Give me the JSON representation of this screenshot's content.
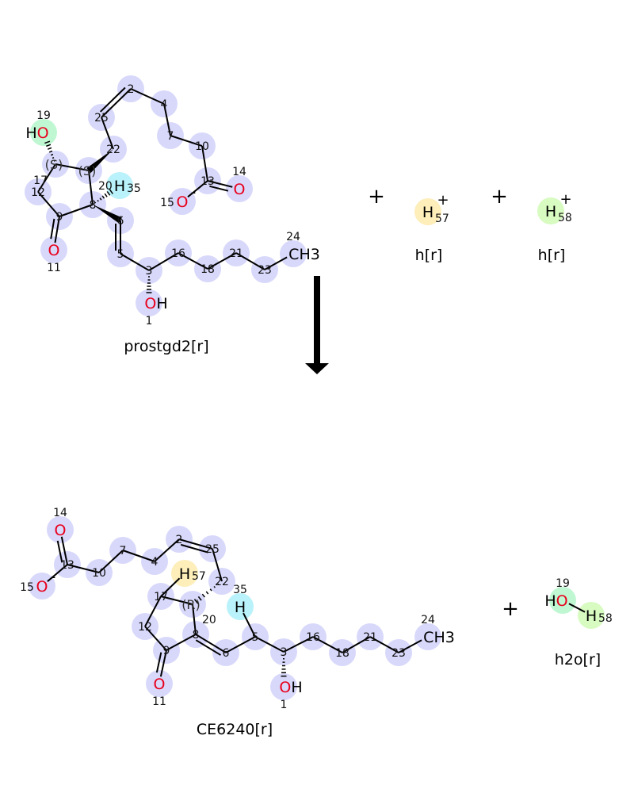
{
  "colors": {
    "atom_bg": "#d8d8fb",
    "oxygen": "#e8001c",
    "bond": "#000000",
    "h35": "#b9f2fa",
    "h57": "#fdeeba",
    "h58": "#d7fbc0",
    "o19": "#c0f7d3"
  },
  "operators": {
    "plus": "+"
  },
  "molecules": [
    {
      "id": "prostgd2",
      "caption": "prostgd2[r]",
      "atoms": [
        {
          "n": "1",
          "sym": "OH"
        },
        {
          "n": "2"
        },
        {
          "n": "3"
        },
        {
          "n": "4"
        },
        {
          "n": "5"
        },
        {
          "n": "6"
        },
        {
          "n": "7"
        },
        {
          "n": "8"
        },
        {
          "n": "9"
        },
        {
          "n": "10"
        },
        {
          "n": "11",
          "sym": "O"
        },
        {
          "n": "12"
        },
        {
          "n": "13"
        },
        {
          "n": "14",
          "sym": "O"
        },
        {
          "n": "15",
          "sym": "O",
          "charge": "-"
        },
        {
          "n": "16"
        },
        {
          "n": "17",
          "stereo": "(S)"
        },
        {
          "n": "18"
        },
        {
          "n": "19",
          "sym": "HO",
          "hl": "o19"
        },
        {
          "n": "20",
          "stereo": "(S)"
        },
        {
          "n": "21"
        },
        {
          "n": "22"
        },
        {
          "n": "23"
        },
        {
          "n": "24",
          "sym": "CH3"
        },
        {
          "n": "25"
        },
        {
          "n": "35",
          "sym": "H",
          "hl": "h35"
        }
      ],
      "bonds": [
        [
          "2",
          "25",
          2
        ],
        [
          "2",
          "4",
          1
        ],
        [
          "4",
          "7",
          1
        ],
        [
          "7",
          "10",
          1
        ],
        [
          "10",
          "13",
          1
        ],
        [
          "13",
          "14",
          2
        ],
        [
          "13",
          "15",
          1
        ],
        [
          "25",
          "22",
          1
        ],
        [
          "22",
          "20",
          "wedge"
        ],
        [
          "20",
          "17",
          1
        ],
        [
          "17",
          "19",
          "hash"
        ],
        [
          "17",
          "12",
          1
        ],
        [
          "12",
          "9",
          1
        ],
        [
          "9",
          "11",
          2
        ],
        [
          "9",
          "8",
          1
        ],
        [
          "8",
          "20",
          1
        ],
        [
          "8",
          "35",
          "hash"
        ],
        [
          "8",
          "6",
          "wedge"
        ],
        [
          "6",
          "5",
          2
        ],
        [
          "5",
          "3",
          1
        ],
        [
          "3",
          "1",
          "hash"
        ],
        [
          "3",
          "16",
          1
        ],
        [
          "16",
          "18",
          1
        ],
        [
          "18",
          "21",
          1
        ],
        [
          "21",
          "23",
          1
        ],
        [
          "23",
          "24",
          1
        ]
      ]
    },
    {
      "id": "h-57",
      "caption": "h[r]",
      "atoms": [
        {
          "n": "57",
          "sym": "H",
          "charge": "+",
          "hl": "h57"
        }
      ],
      "bonds": []
    },
    {
      "id": "h-58",
      "caption": "h[r]",
      "atoms": [
        {
          "n": "58",
          "sym": "H",
          "charge": "+",
          "hl": "h58"
        }
      ],
      "bonds": []
    },
    {
      "id": "CE6240",
      "caption": "CE6240[r]",
      "atoms": [
        {
          "n": "1",
          "sym": "OH"
        },
        {
          "n": "2"
        },
        {
          "n": "3"
        },
        {
          "n": "4"
        },
        {
          "n": "5"
        },
        {
          "n": "6"
        },
        {
          "n": "7"
        },
        {
          "n": "8"
        },
        {
          "n": "9"
        },
        {
          "n": "10"
        },
        {
          "n": "11",
          "sym": "O"
        },
        {
          "n": "12"
        },
        {
          "n": "13"
        },
        {
          "n": "14",
          "sym": "O"
        },
        {
          "n": "15",
          "sym": "O",
          "charge": "-"
        },
        {
          "n": "16"
        },
        {
          "n": "17"
        },
        {
          "n": "18"
        },
        {
          "n": "20",
          "stereo": "(R)"
        },
        {
          "n": "21"
        },
        {
          "n": "22"
        },
        {
          "n": "23"
        },
        {
          "n": "24",
          "sym": "CH3"
        },
        {
          "n": "25"
        },
        {
          "n": "35",
          "sym": "H",
          "hl": "h35"
        },
        {
          "n": "57",
          "sym": "H",
          "hl": "h57"
        }
      ],
      "bonds": [
        [
          "14",
          "13",
          2
        ],
        [
          "13",
          "15",
          1
        ],
        [
          "13",
          "10",
          1
        ],
        [
          "10",
          "7",
          1
        ],
        [
          "7",
          "4",
          1
        ],
        [
          "4",
          "2",
          1
        ],
        [
          "2",
          "25",
          2
        ],
        [
          "25",
          "22",
          1
        ],
        [
          "22",
          "20",
          "hash"
        ],
        [
          "20",
          "17",
          1
        ],
        [
          "17",
          "57",
          1
        ],
        [
          "17",
          "12",
          1
        ],
        [
          "12",
          "9",
          1
        ],
        [
          "9",
          "11",
          2
        ],
        [
          "9",
          "8",
          1
        ],
        [
          "8",
          "20",
          1
        ],
        [
          "8",
          "6",
          2
        ],
        [
          "6",
          "5",
          1
        ],
        [
          "5",
          "35",
          1
        ],
        [
          "5",
          "3",
          1
        ],
        [
          "3",
          "1",
          "hash"
        ],
        [
          "3",
          "16",
          1
        ],
        [
          "16",
          "18",
          1
        ],
        [
          "18",
          "21",
          1
        ],
        [
          "21",
          "23",
          1
        ],
        [
          "23",
          "24",
          1
        ]
      ]
    },
    {
      "id": "h2o",
      "caption": "h2o[r]",
      "atoms": [
        {
          "n": "19",
          "sym": "HO",
          "hl": "o19"
        },
        {
          "n": "58",
          "sym": "H",
          "hl": "h58"
        }
      ],
      "bonds": [
        [
          "19",
          "58",
          1
        ]
      ]
    }
  ]
}
